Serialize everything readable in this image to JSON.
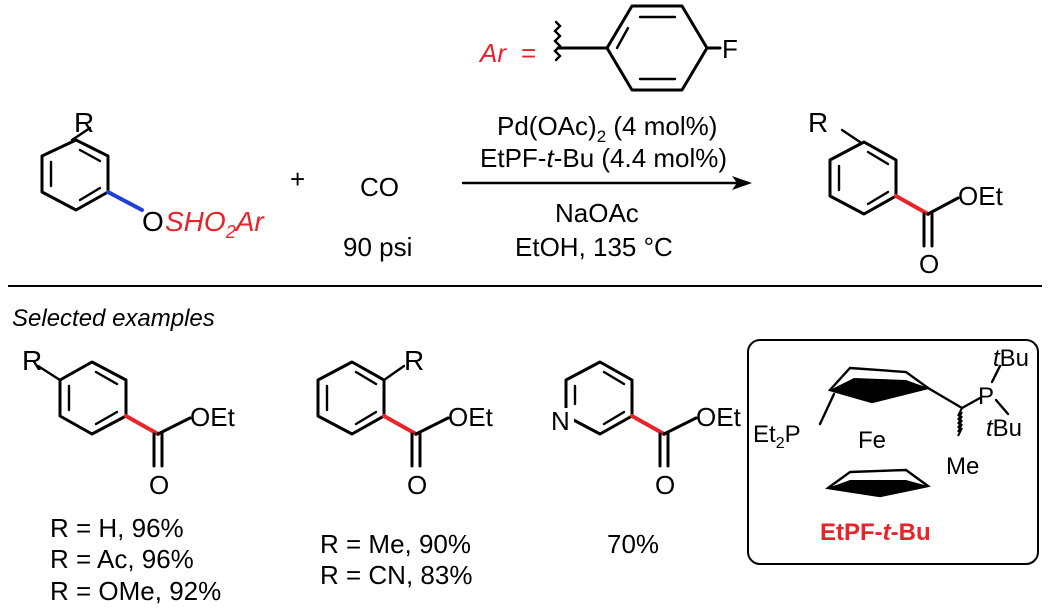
{
  "ar_definition": {
    "ar": "Ar",
    "eq": "=",
    "fluoro": "F"
  },
  "reaction": {
    "reactant_r": "R",
    "leaving_o": "O",
    "leaving_group": "SHO",
    "leaving_sub": "2",
    "leaving_ar": "Ar",
    "plus": "+",
    "reagent": "CO",
    "pressure": "90 psi",
    "catalyst_main": "Pd(OAc)",
    "catalyst_sub": "2",
    "catalyst_amount": " (4 mol%)",
    "ligand_prefix": "EtPF-",
    "ligand_t": "t",
    "ligand_suffix": "-Bu (4.4 mol%)",
    "base": "NaOAc",
    "solvent_temp": "EtOH, 135 °C",
    "product_r": "R",
    "product_oet": "OEt",
    "product_o": "O"
  },
  "examples": {
    "heading": "Selected examples",
    "items": [
      {
        "r": "R",
        "oet": "OEt",
        "o": "O",
        "yields": [
          "R = H, 96%",
          "R = Ac, 96%",
          "R = OMe, 92%"
        ]
      },
      {
        "r": "R",
        "oet": "OEt",
        "o": "O",
        "yields": [
          "R = Me, 90%",
          "R = CN, 83%"
        ]
      },
      {
        "n": "N",
        "oet": "OEt",
        "o": "O",
        "yields": [
          "70%"
        ]
      }
    ]
  },
  "ligand_box": {
    "et2p_main": "Et",
    "et2p_sub": "2",
    "et2p_p": "P",
    "fe": "Fe",
    "me": "Me",
    "p": "P",
    "tbu_top_t": "t",
    "tbu_top_bu": "Bu",
    "tbu_right_t": "t",
    "tbu_right_bu": "Bu",
    "name_prefix": "EtPF-",
    "name_t": "t",
    "name_suffix": "-Bu"
  },
  "colors": {
    "highlight_red": "#e8232a",
    "bond_blue": "#1f3fd6",
    "ink": "#000000"
  }
}
